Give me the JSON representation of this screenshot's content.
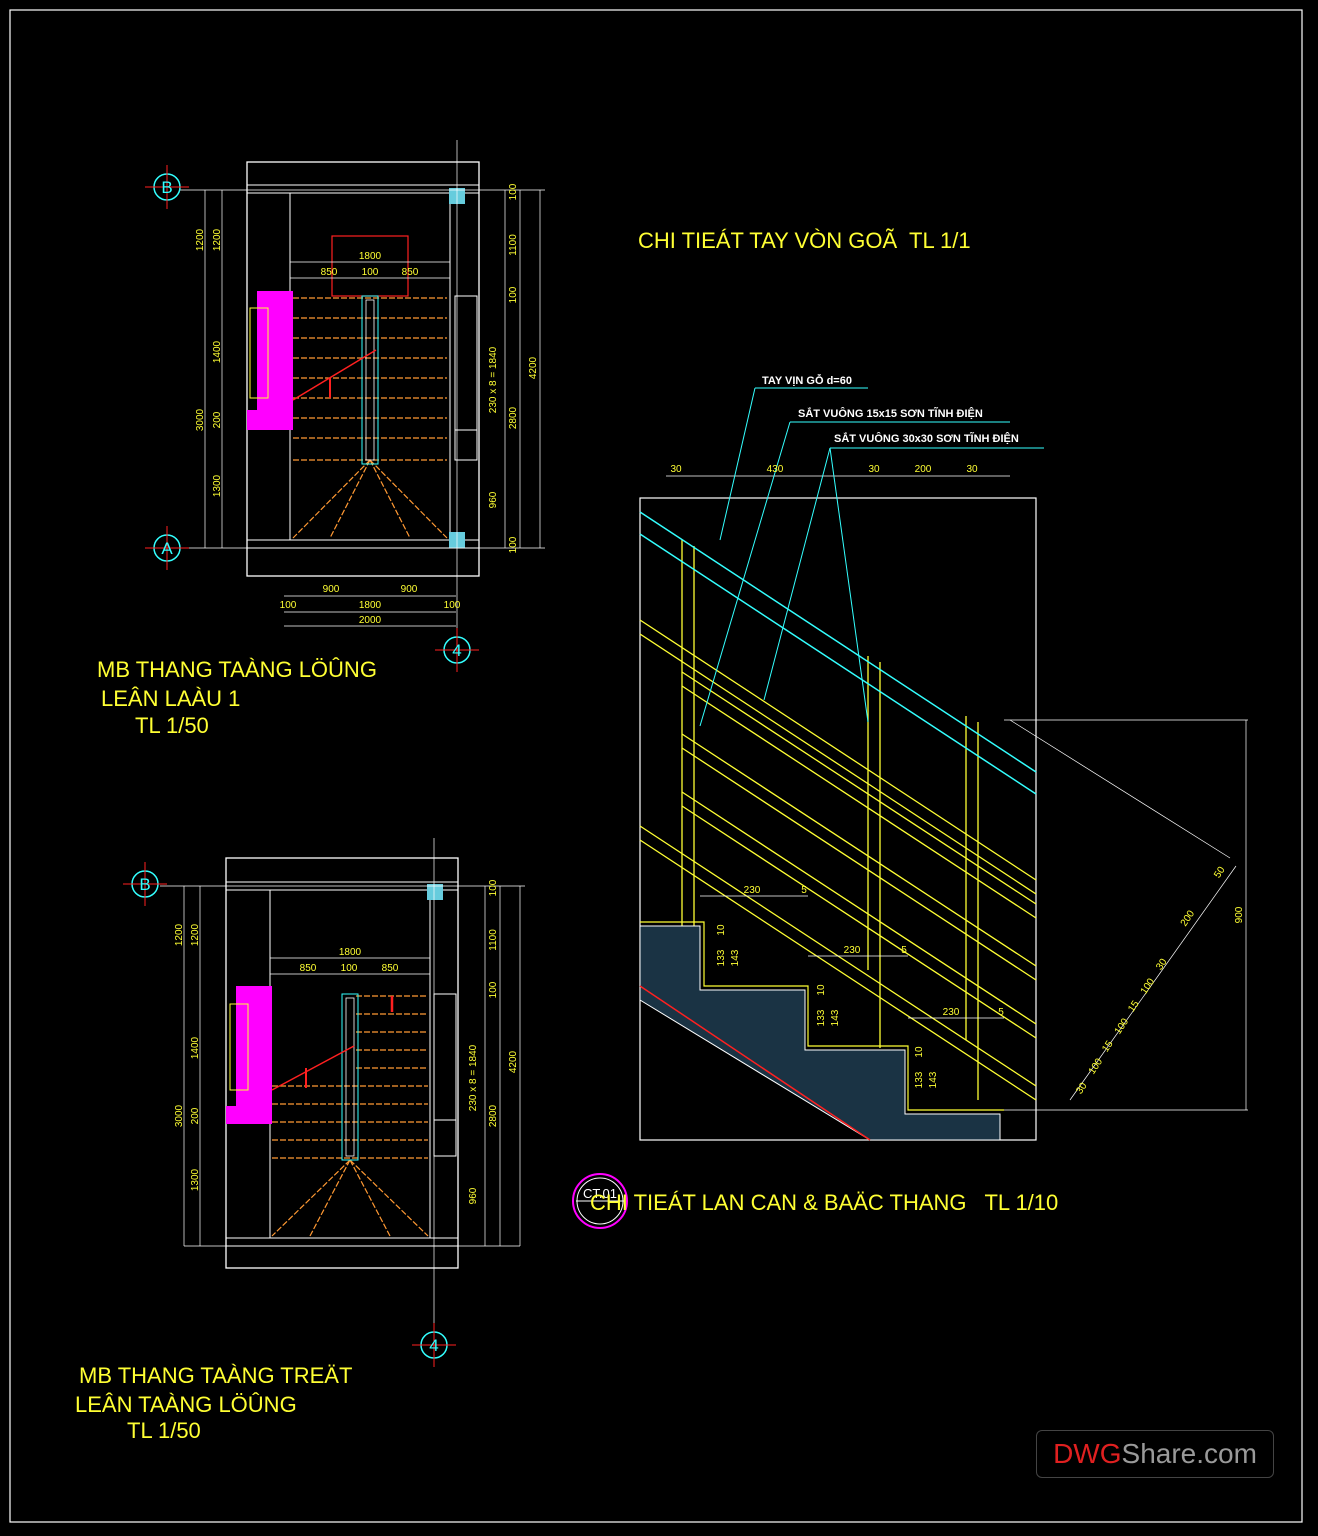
{
  "titles": {
    "plan_upper": [
      "MB THANG TAÀNG LÖÛNG",
      "LEÂN LAÀU 1",
      "TL 1/50"
    ],
    "plan_lower": [
      "MB THANG TAÀNG TREÄT",
      "LEÂN TAÀNG LÖÛNG",
      "TL 1/50"
    ],
    "handrail_detail": "CHI TIEÁT TAY VÒN GOÃ  TL 1/1",
    "railing_detail": "CHI TIEÁT LAN CAN & BAÄC THANG   TL 1/10"
  },
  "grid_bubbles": {
    "b": "B",
    "a": "A",
    "four": "4"
  },
  "detail_tag": "CT.01",
  "annotations": {
    "handrail": "TAY VỊN GỖ d=60",
    "square_15": "SẮT VUÔNG 15x15 SƠN TĨNH ĐIỆN",
    "square_30": "SẮT VUÔNG 30x30 SƠN TĨNH ĐIỆN"
  },
  "dims_plan": {
    "d1800": "1800",
    "d850": "850",
    "d100": "100",
    "d1200": "1200",
    "d1400": "1400",
    "d200": "200",
    "d3000": "3000",
    "d1300": "1300",
    "d1100": "1100",
    "d_stair": "230 x 8 = 1840",
    "d2800": "2800",
    "d960": "960",
    "d4200": "4200",
    "d900": "900",
    "d2000": "2000"
  },
  "dims_detail": {
    "d30": "30",
    "d430": "430",
    "d200": "200",
    "d230": "230",
    "d5": "5",
    "d10": "10",
    "d133": "133",
    "d143": "143",
    "d50": "50",
    "d100": "100",
    "d15": "15",
    "d900": "900"
  },
  "logo": {
    "part1": "DWG",
    "part2": "Share.com"
  },
  "colors": {
    "yellow": "#ffff33",
    "cyan": "#33ffff",
    "magenta": "#ff00ff",
    "red": "#ff2020",
    "white": "#ffffff",
    "orange": "#ff9933"
  }
}
